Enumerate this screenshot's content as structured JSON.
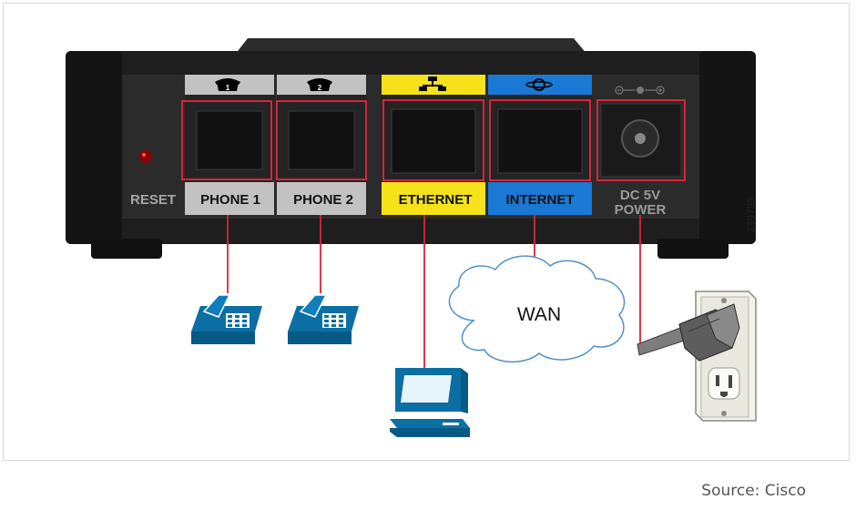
{
  "ports": {
    "reset": "RESET",
    "phone1": "PHONE 1",
    "phone2": "PHONE 2",
    "ethernet": "ETHERNET",
    "internet": "INTERNET",
    "power_line1": "DC 5V",
    "power_line2": "POWER"
  },
  "port_icon_numbers": {
    "phone1": "1",
    "phone2": "2"
  },
  "cloud_label": "WAN",
  "figure_number": "239795",
  "source_caption": "Source: Cisco",
  "colors": {
    "device_body": "#1e1e1e",
    "phone_panel": "#c2c2c2",
    "ethernet_panel": "#f5e21a",
    "internet_panel": "#1a79d4",
    "connector_line": "#d9243a",
    "icon_blue": "#0b6fa4"
  },
  "icons": [
    "phone-icon",
    "network-icon",
    "globe-icon",
    "power-polarity-icon",
    "desk-phone-icon",
    "computer-icon",
    "cloud-icon",
    "wall-outlet-icon",
    "power-plug-icon"
  ]
}
